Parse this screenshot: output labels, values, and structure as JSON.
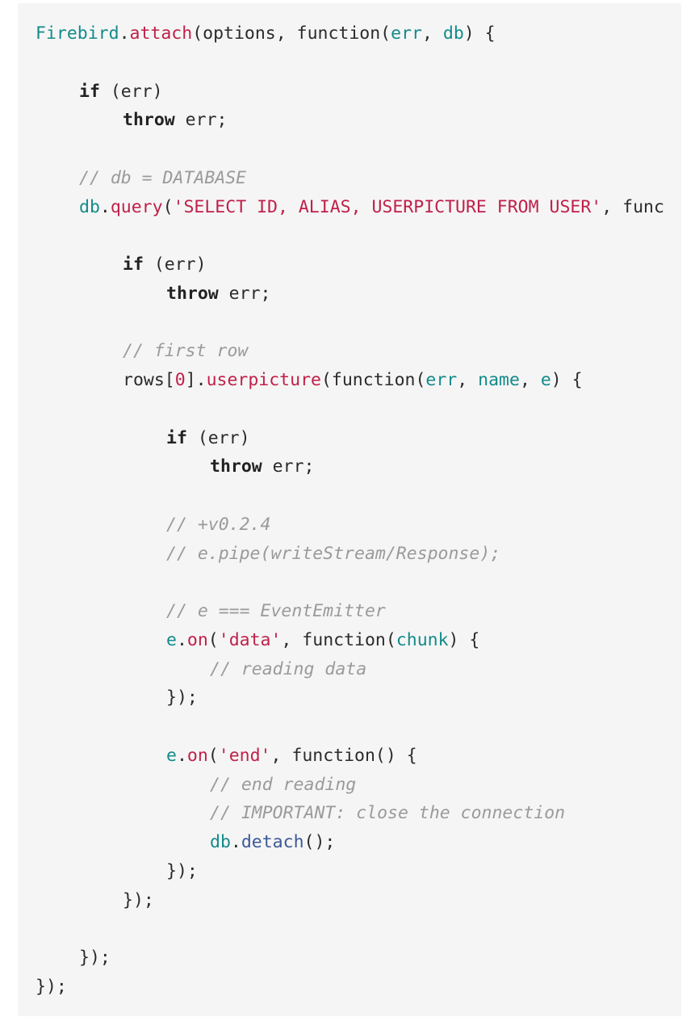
{
  "code": {
    "language": "javascript",
    "colors": {
      "background": "#f5f5f5",
      "keyword": "#222222",
      "string": "#c0204a",
      "comment": "#9a9a9a",
      "identifier": "#138a8a",
      "function_name": "#c0204a",
      "method": "#3b5998",
      "plain": "#2b2b2b"
    },
    "lines": [
      {
        "indent": 0,
        "tokens": [
          {
            "t": "Firebird",
            "c": "id"
          },
          {
            "t": ".",
            "c": "pl"
          },
          {
            "t": "attach",
            "c": "fn"
          },
          {
            "t": "(options, function(",
            "c": "pl"
          },
          {
            "t": "err",
            "c": "id"
          },
          {
            "t": ", ",
            "c": "pl"
          },
          {
            "t": "db",
            "c": "id"
          },
          {
            "t": ") {",
            "c": "pl"
          }
        ]
      },
      {
        "indent": 0,
        "tokens": []
      },
      {
        "indent": 1,
        "tokens": [
          {
            "t": "if",
            "c": "kw"
          },
          {
            "t": " (err)",
            "c": "pl"
          }
        ]
      },
      {
        "indent": 2,
        "tokens": [
          {
            "t": "throw",
            "c": "kw"
          },
          {
            "t": " err;",
            "c": "pl"
          }
        ]
      },
      {
        "indent": 0,
        "tokens": []
      },
      {
        "indent": 1,
        "tokens": [
          {
            "t": "// db = DATABASE",
            "c": "cm"
          }
        ]
      },
      {
        "indent": 1,
        "tokens": [
          {
            "t": "db",
            "c": "id"
          },
          {
            "t": ".",
            "c": "pl"
          },
          {
            "t": "query",
            "c": "fn"
          },
          {
            "t": "(",
            "c": "pl"
          },
          {
            "t": "'SELECT ID, ALIAS, USERPICTURE FROM USER'",
            "c": "str"
          },
          {
            "t": ", func",
            "c": "pl"
          }
        ]
      },
      {
        "indent": 0,
        "tokens": []
      },
      {
        "indent": 2,
        "tokens": [
          {
            "t": "if",
            "c": "kw"
          },
          {
            "t": " (err)",
            "c": "pl"
          }
        ]
      },
      {
        "indent": 3,
        "tokens": [
          {
            "t": "throw",
            "c": "kw"
          },
          {
            "t": " err;",
            "c": "pl"
          }
        ]
      },
      {
        "indent": 0,
        "tokens": []
      },
      {
        "indent": 2,
        "tokens": [
          {
            "t": "// first row",
            "c": "cm"
          }
        ]
      },
      {
        "indent": 2,
        "tokens": [
          {
            "t": "rows[",
            "c": "pl"
          },
          {
            "t": "0",
            "c": "num"
          },
          {
            "t": "].",
            "c": "pl"
          },
          {
            "t": "userpicture",
            "c": "fn"
          },
          {
            "t": "(function(",
            "c": "pl"
          },
          {
            "t": "err",
            "c": "id"
          },
          {
            "t": ", ",
            "c": "pl"
          },
          {
            "t": "name",
            "c": "id"
          },
          {
            "t": ", ",
            "c": "pl"
          },
          {
            "t": "e",
            "c": "id"
          },
          {
            "t": ") {",
            "c": "pl"
          }
        ]
      },
      {
        "indent": 0,
        "tokens": []
      },
      {
        "indent": 3,
        "tokens": [
          {
            "t": "if",
            "c": "kw"
          },
          {
            "t": " (err)",
            "c": "pl"
          }
        ]
      },
      {
        "indent": 4,
        "tokens": [
          {
            "t": "throw",
            "c": "kw"
          },
          {
            "t": " err;",
            "c": "pl"
          }
        ]
      },
      {
        "indent": 0,
        "tokens": []
      },
      {
        "indent": 3,
        "tokens": [
          {
            "t": "// +v0.2.4",
            "c": "cm"
          }
        ]
      },
      {
        "indent": 3,
        "tokens": [
          {
            "t": "// e.pipe(writeStream/Response);",
            "c": "cm"
          }
        ]
      },
      {
        "indent": 0,
        "tokens": []
      },
      {
        "indent": 3,
        "tokens": [
          {
            "t": "// e === EventEmitter",
            "c": "cm"
          }
        ]
      },
      {
        "indent": 3,
        "tokens": [
          {
            "t": "e",
            "c": "id"
          },
          {
            "t": ".",
            "c": "pl"
          },
          {
            "t": "on",
            "c": "fn"
          },
          {
            "t": "(",
            "c": "pl"
          },
          {
            "t": "'data'",
            "c": "str"
          },
          {
            "t": ", function(",
            "c": "pl"
          },
          {
            "t": "chunk",
            "c": "id"
          },
          {
            "t": ") {",
            "c": "pl"
          }
        ]
      },
      {
        "indent": 4,
        "tokens": [
          {
            "t": "// reading data",
            "c": "cm"
          }
        ]
      },
      {
        "indent": 3,
        "tokens": [
          {
            "t": "});",
            "c": "pl"
          }
        ]
      },
      {
        "indent": 0,
        "tokens": []
      },
      {
        "indent": 3,
        "tokens": [
          {
            "t": "e",
            "c": "id"
          },
          {
            "t": ".",
            "c": "pl"
          },
          {
            "t": "on",
            "c": "fn"
          },
          {
            "t": "(",
            "c": "pl"
          },
          {
            "t": "'end'",
            "c": "str"
          },
          {
            "t": ", function() {",
            "c": "pl"
          }
        ]
      },
      {
        "indent": 4,
        "tokens": [
          {
            "t": "// end reading",
            "c": "cm"
          }
        ]
      },
      {
        "indent": 4,
        "tokens": [
          {
            "t": "// IMPORTANT: close the connection",
            "c": "cm"
          }
        ]
      },
      {
        "indent": 4,
        "tokens": [
          {
            "t": "db",
            "c": "id"
          },
          {
            "t": ".",
            "c": "pl"
          },
          {
            "t": "detach",
            "c": "method"
          },
          {
            "t": "();",
            "c": "pl"
          }
        ]
      },
      {
        "indent": 3,
        "tokens": [
          {
            "t": "});",
            "c": "pl"
          }
        ]
      },
      {
        "indent": 2,
        "tokens": [
          {
            "t": "});",
            "c": "pl"
          }
        ]
      },
      {
        "indent": 0,
        "tokens": []
      },
      {
        "indent": 1,
        "tokens": [
          {
            "t": "});",
            "c": "pl"
          }
        ]
      },
      {
        "indent": 0,
        "tokens": [
          {
            "t": "});",
            "c": "pl"
          }
        ]
      }
    ]
  }
}
